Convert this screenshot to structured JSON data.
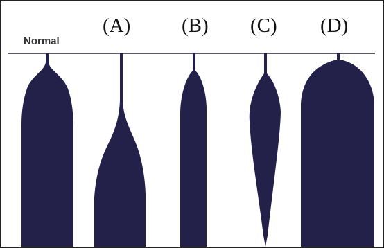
{
  "labels": {
    "normal": "Normal",
    "a": "(A)",
    "b": "(B)",
    "c": "(C)",
    "d": "(D)"
  },
  "colors": {
    "shape_fill": "#23204a",
    "baseline": "#5b5a72",
    "text": "#111111"
  }
}
